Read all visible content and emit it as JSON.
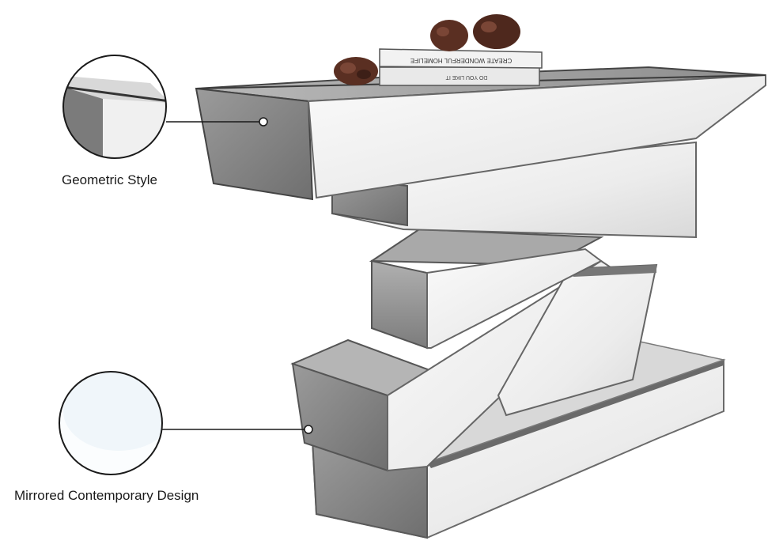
{
  "callouts": [
    {
      "label": "Geometric Style"
    },
    {
      "label": "Mirrored Contemporary Design"
    }
  ],
  "books": {
    "top_spine": "CREATE WONDERFUL HOMELIFE",
    "bottom_spine": "DO YOU LIKE IT"
  },
  "colors": {
    "background": "#ffffff",
    "mirror_light": "#f4f4f4",
    "mirror_mid": "#cfcfcf",
    "mirror_dark": "#8a8a8a",
    "edge": "#5a5a5a",
    "leader_line": "#1a1a1a"
  }
}
